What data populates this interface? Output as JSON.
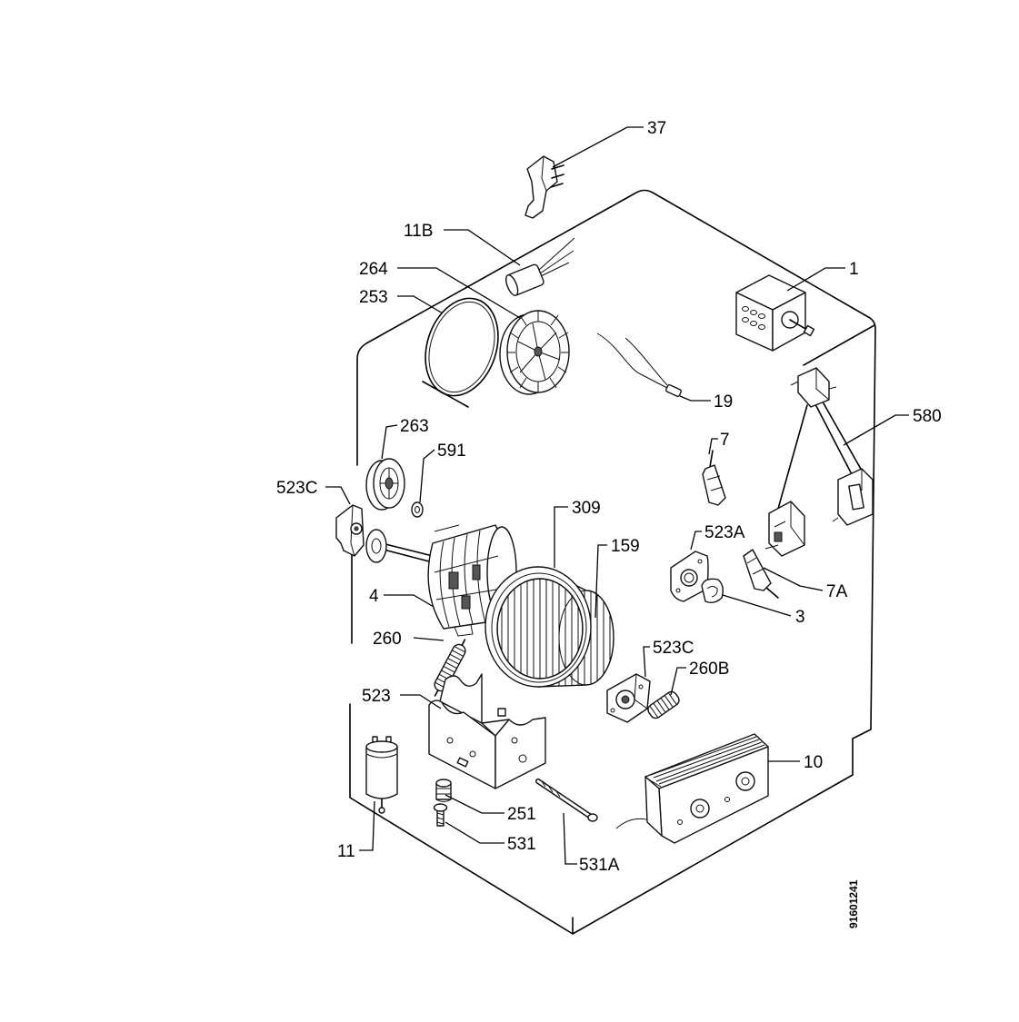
{
  "callouts": {
    "c37": "37",
    "c11b": "11B",
    "c264": "264",
    "c253": "253",
    "c1": "1",
    "c19": "19",
    "c263": "263",
    "c591": "591",
    "c523c_left": "523C",
    "c580": "580",
    "c7": "7",
    "c309": "309",
    "c159": "159",
    "c523a": "523A",
    "c7a": "7A",
    "c3": "3",
    "c4": "4",
    "c260": "260",
    "c523c_right": "523C",
    "c260b": "260B",
    "c523": "523",
    "c10": "10",
    "c251": "251",
    "c11": "11",
    "c531": "531",
    "c531a": "531A"
  },
  "drawing_number": "91601241"
}
